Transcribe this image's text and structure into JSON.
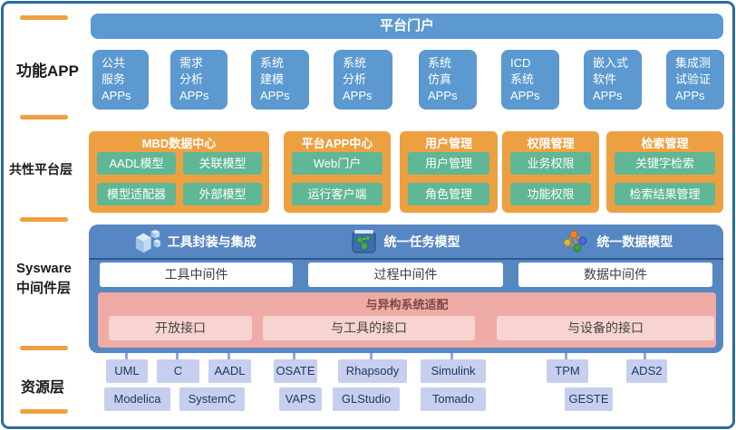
{
  "left_labels": {
    "app": "功能APP",
    "platform": "共性平台层",
    "middleware": "Sysware\n中间件层",
    "resource": "资源层"
  },
  "portal": {
    "label": "平台门户"
  },
  "app_layer": {
    "boxes": [
      "公共\n服务\nAPPs",
      "需求\n分析\nAPPs",
      "系统\n建模\nAPPs",
      "系统\n分析\nAPPs",
      "系统\n仿真\nAPPs",
      "ICD\n系统\nAPPs",
      "嵌入式\n软件\nAPPs",
      "集成测\n试验证\nAPPs"
    ]
  },
  "platform_layer": {
    "groups": [
      {
        "title": "MBD数据中心",
        "items": [
          "AADL模型",
          "关联模型",
          "模型适配器",
          "外部模型"
        ]
      },
      {
        "title": "平台APP中心",
        "items": [
          "Web门户",
          "运行客户端"
        ]
      },
      {
        "title": "用户管理",
        "items": [
          "用户管理",
          "角色管理"
        ]
      },
      {
        "title": "权限管理",
        "items": [
          "业务权限",
          "功能权限"
        ]
      },
      {
        "title": "检索管理",
        "items": [
          "关键字检索",
          "检索结果管理"
        ]
      }
    ]
  },
  "middleware_layer": {
    "headers": [
      {
        "label": "工具封装与集成",
        "icon": "cubes-icon"
      },
      {
        "label": "统一任务模型",
        "icon": "task-model-icon"
      },
      {
        "label": "统一数据模型",
        "icon": "data-model-icon"
      }
    ],
    "middleware_boxes": [
      "工具中间件",
      "过程中间件",
      "数据中间件"
    ],
    "adapter": {
      "title": "与异构系统适配",
      "interfaces": [
        "开放接口",
        "与工具的接口",
        "与设备的接口"
      ]
    }
  },
  "resource_layer": {
    "row1": [
      "UML",
      "C",
      "AADL",
      "OSATE",
      "Rhapsody",
      "Simulink",
      "TPM",
      "ADS2"
    ],
    "row2": [
      "Modelica",
      "SystemC",
      "VAPS",
      "GLStudio",
      "Tomado",
      "GESTE"
    ]
  },
  "colors": {
    "border": "#2e6ca3",
    "blue_box": "#5b99d0",
    "panel_blue": "#5787c3",
    "orange_group": "#eda042",
    "green_item": "#60b795",
    "pink_adapter": "#efaba5",
    "pink_interface": "#f8d4d0",
    "adapter_text": "#7c4743",
    "resource_box": "#c6cfee",
    "resource_text": "#1f3864",
    "dash_orange": "#eda13f"
  }
}
